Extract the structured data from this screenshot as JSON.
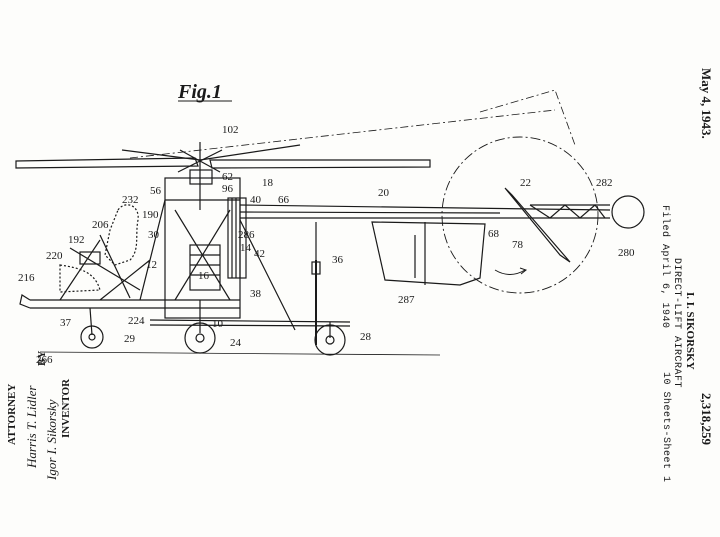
{
  "figure": {
    "title": "Fig.1"
  },
  "header": {
    "date": "May 4, 1943.",
    "inventor_name": "I. I. SIKORSKY",
    "patent_number": "2,318,259",
    "title": "DIRECT-LIFT AIRCRAFT",
    "filed": "Filed April 6, 1940",
    "sheets": "10 Sheets-Sheet 1"
  },
  "signature": {
    "inventor_label": "INVENTOR",
    "inventor_sig": "Igor I. Sikorsky",
    "by_label": "BY",
    "attorney_sig": "Harris T. Lidler",
    "attorney_label": "ATTORNEY"
  },
  "labels": [
    "102",
    "62",
    "96",
    "18",
    "56",
    "232",
    "190",
    "40",
    "66",
    "20",
    "22",
    "282",
    "206",
    "30",
    "286",
    "14",
    "42",
    "192",
    "12",
    "16",
    "36",
    "220",
    "68",
    "78",
    "280",
    "216",
    "38",
    "287",
    "266",
    "37",
    "224",
    "10",
    "29",
    "24",
    "28"
  ]
}
